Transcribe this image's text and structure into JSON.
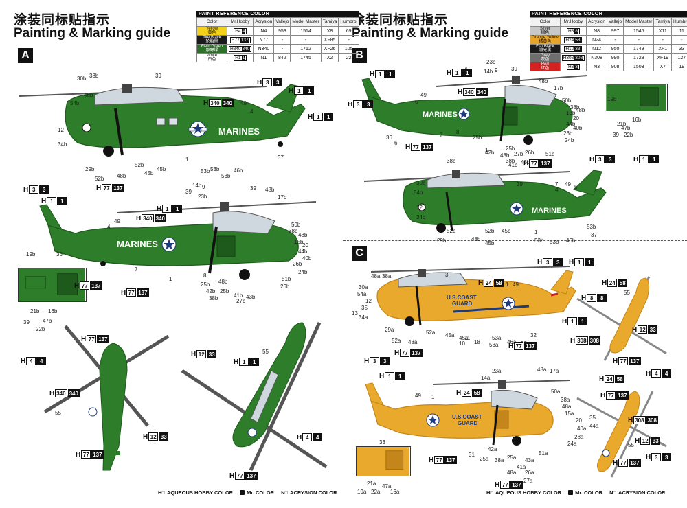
{
  "header": {
    "title_cn": "涂装同标贴指示",
    "title_en": "Painting & Marking guide"
  },
  "sections": {
    "a": "A",
    "b": "B",
    "c": "C"
  },
  "paint_table_left": {
    "caption": "PAINT REFERENCE COLOR",
    "columns": [
      "Color",
      "Mr.Hobby",
      "Acrysion",
      "Vallejo",
      "Model Master",
      "Tamiya",
      "Humbrol"
    ],
    "rows": [
      {
        "name_en": "Yellow",
        "name_cn": "黄色",
        "swatch": "#f3d11b",
        "text_color": "#111111",
        "h_code": "4",
        "m_code": "4",
        "n_code": "4",
        "vallejo": "953",
        "model_master": "1514",
        "tamiya": "X8",
        "humbrol": "69"
      },
      {
        "name_en": "Tire Black",
        "name_cn": "轮胎黑",
        "swatch": "#1b1b1b",
        "text_color": "#ffffff",
        "h_code": "77",
        "m_code": "137",
        "n_code": "77",
        "vallejo": "-",
        "model_master": "-",
        "tamiya": "XF85",
        "humbrol": "-"
      },
      {
        "name_en": "Field Green",
        "name_cn": "原野绿",
        "swatch": "#2e6f2a",
        "text_color": "#ffffff",
        "h_code": "340",
        "m_code": "340",
        "n_code": "340",
        "vallejo": "-",
        "model_master": "1712",
        "tamiya": "XF26",
        "humbrol": "105"
      },
      {
        "name_en": "White",
        "name_cn": "白色",
        "swatch": "#ffffff",
        "text_color": "#111111",
        "h_code": "1",
        "m_code": "1",
        "n_code": "1",
        "vallejo": "842",
        "model_master": "1745",
        "tamiya": "X2",
        "humbrol": "22"
      }
    ]
  },
  "paint_table_right": {
    "caption": "PAINT REFERENCE COLOR",
    "columns": [
      "Color",
      "Mr.Hobby",
      "Acrysion",
      "Vallejo",
      "Model Master",
      "Tamiya",
      "Humbrol"
    ],
    "rows": [
      {
        "name_en": "Silver",
        "name_cn": "银色",
        "swatch": "#c8c8c8",
        "text_color": "#111111",
        "h_code": "8",
        "m_code": "8",
        "n_code": "8",
        "vallejo": "997",
        "model_master": "1546",
        "tamiya": "X11",
        "humbrol": "11"
      },
      {
        "name_en": "Orange Yellow",
        "name_cn": "橘黄色",
        "swatch": "#e7a52a",
        "text_color": "#111111",
        "h_code": "24",
        "m_code": "58",
        "n_code": "24",
        "vallejo": "-",
        "model_master": "-",
        "tamiya": "-",
        "humbrol": "-"
      },
      {
        "name_en": "Flat Black",
        "name_cn": "消光黑",
        "swatch": "#1b1b1b",
        "text_color": "#ffffff",
        "h_code": "12",
        "m_code": "33",
        "n_code": "12",
        "vallejo": "950",
        "model_master": "1749",
        "tamiya": "XF1",
        "humbrol": "33"
      },
      {
        "name_en": "Gray",
        "name_cn": "灰色",
        "swatch": "#6e6e6e",
        "text_color": "#ffffff",
        "h_code": "308",
        "m_code": "308",
        "n_code": "308",
        "vallejo": "990",
        "model_master": "1728",
        "tamiya": "XF19",
        "humbrol": "127"
      },
      {
        "name_en": "Red",
        "name_cn": "红色",
        "swatch": "#d3221f",
        "text_color": "#ffffff",
        "h_code": "3",
        "m_code": "3",
        "n_code": "3",
        "vallejo": "908",
        "model_master": "1503",
        "tamiya": "X7",
        "humbrol": "19"
      }
    ]
  },
  "markings": {
    "marines": "MARINES",
    "coast_guard_line1": "U.S.COAST",
    "coast_guard_line2": "GUARD"
  },
  "colors": {
    "green": "#2e7d2a",
    "green_dark": "#1f5a1d",
    "orange": "#e9a92c",
    "orange_dark": "#c4861a",
    "black": "#111111",
    "red": "#d3221f",
    "navy": "#1f3a7a",
    "canopy": "#cfd8df"
  },
  "callouts_a": [
    {
      "t": "39"
    },
    {
      "t": "30b"
    },
    {
      "t": "38b"
    },
    {
      "t": "48b"
    },
    {
      "t": "54b"
    },
    {
      "t": "12"
    },
    {
      "t": "34b"
    },
    {
      "t": "29b"
    },
    {
      "t": "52b"
    },
    {
      "t": "48b"
    },
    {
      "t": "52b"
    },
    {
      "t": "45b"
    },
    {
      "t": "45b"
    },
    {
      "t": "1"
    },
    {
      "t": "7"
    },
    {
      "t": "49"
    },
    {
      "t": "4"
    },
    {
      "t": "37"
    },
    {
      "t": "53b"
    },
    {
      "t": "53b"
    },
    {
      "t": "53b"
    },
    {
      "t": "46b"
    },
    {
      "t": "39"
    },
    {
      "t": "14b"
    },
    {
      "t": "9"
    },
    {
      "t": "23b"
    },
    {
      "t": "39"
    },
    {
      "t": "48b"
    },
    {
      "t": "17b"
    },
    {
      "t": "4"
    },
    {
      "t": "49"
    },
    {
      "t": "36"
    },
    {
      "t": "50b"
    },
    {
      "t": "38b"
    },
    {
      "t": "48b"
    },
    {
      "t": "15b"
    },
    {
      "t": "20"
    },
    {
      "t": "44b"
    },
    {
      "t": "40b"
    },
    {
      "t": "26b"
    },
    {
      "t": "24b"
    },
    {
      "t": "51b"
    },
    {
      "t": "26b"
    },
    {
      "t": "7"
    },
    {
      "t": "1"
    },
    {
      "t": "8"
    },
    {
      "t": "25b"
    },
    {
      "t": "42b"
    },
    {
      "t": "38b"
    },
    {
      "t": "25b"
    },
    {
      "t": "48b"
    },
    {
      "t": "27b"
    },
    {
      "t": "41b"
    },
    {
      "t": "43b"
    },
    {
      "t": "19b"
    },
    {
      "t": "21b"
    },
    {
      "t": "16b"
    },
    {
      "t": "47b"
    },
    {
      "t": "39"
    },
    {
      "t": "22b"
    },
    {
      "t": "55"
    },
    {
      "t": "55"
    }
  ],
  "callouts_b": [
    {
      "t": "23b"
    },
    {
      "t": "14b"
    },
    {
      "t": "9"
    },
    {
      "t": "39"
    },
    {
      "t": "49"
    },
    {
      "t": "5"
    },
    {
      "t": "4"
    },
    {
      "t": "48b"
    },
    {
      "t": "17b"
    },
    {
      "t": "50b"
    },
    {
      "t": "38b"
    },
    {
      "t": "48b"
    },
    {
      "t": "15b"
    },
    {
      "t": "20"
    },
    {
      "t": "44b"
    },
    {
      "t": "40b"
    },
    {
      "t": "26b"
    },
    {
      "t": "24b"
    },
    {
      "t": "36"
    },
    {
      "t": "6"
    },
    {
      "t": "7"
    },
    {
      "t": "1"
    },
    {
      "t": "25b"
    },
    {
      "t": "42b"
    },
    {
      "t": "48b"
    },
    {
      "t": "25b"
    },
    {
      "t": "27b"
    },
    {
      "t": "38b"
    },
    {
      "t": "41b"
    },
    {
      "t": "43b"
    },
    {
      "t": "51b"
    },
    {
      "t": "26b"
    },
    {
      "t": "8"
    },
    {
      "t": "19b"
    },
    {
      "t": "21b"
    },
    {
      "t": "16b"
    },
    {
      "t": "47b"
    },
    {
      "t": "39"
    },
    {
      "t": "22b"
    },
    {
      "t": "38b"
    },
    {
      "t": "30b"
    },
    {
      "t": "54b"
    },
    {
      "t": "12"
    },
    {
      "t": "34b"
    },
    {
      "t": "39"
    },
    {
      "t": "7"
    },
    {
      "t": "49"
    },
    {
      "t": "5"
    },
    {
      "t": "4"
    },
    {
      "t": "29b"
    },
    {
      "t": "52b"
    },
    {
      "t": "52b"
    },
    {
      "t": "48b"
    },
    {
      "t": "45b"
    },
    {
      "t": "45b"
    },
    {
      "t": "1"
    },
    {
      "t": "53b"
    },
    {
      "t": "53b"
    },
    {
      "t": "46b"
    },
    {
      "t": "37"
    },
    {
      "t": "53b"
    }
  ],
  "callouts_c": [
    {
      "t": "48a"
    },
    {
      "t": "38a"
    },
    {
      "t": "3"
    },
    {
      "t": "30a"
    },
    {
      "t": "54a"
    },
    {
      "t": "12"
    },
    {
      "t": "35"
    },
    {
      "t": "13"
    },
    {
      "t": "34a"
    },
    {
      "t": "1"
    },
    {
      "t": "49"
    },
    {
      "t": "29a"
    },
    {
      "t": "52a"
    },
    {
      "t": "48a"
    },
    {
      "t": "52a"
    },
    {
      "t": "45a"
    },
    {
      "t": "45a"
    },
    {
      "t": "18"
    },
    {
      "t": "10"
    },
    {
      "t": "11"
    },
    {
      "t": "53a"
    },
    {
      "t": "53a"
    },
    {
      "t": "46a"
    },
    {
      "t": "53a"
    },
    {
      "t": "32"
    },
    {
      "t": "14a"
    },
    {
      "t": "23a"
    },
    {
      "t": "2"
    },
    {
      "t": "48a"
    },
    {
      "t": "17a"
    },
    {
      "t": "50a"
    },
    {
      "t": "38a"
    },
    {
      "t": "48a"
    },
    {
      "t": "15a"
    },
    {
      "t": "20"
    },
    {
      "t": "40a"
    },
    {
      "t": "28a"
    },
    {
      "t": "24a"
    },
    {
      "t": "35"
    },
    {
      "t": "44a"
    },
    {
      "t": "49"
    },
    {
      "t": "1"
    },
    {
      "t": "33"
    },
    {
      "t": "31"
    },
    {
      "t": "42a"
    },
    {
      "t": "25a"
    },
    {
      "t": "38a"
    },
    {
      "t": "25a"
    },
    {
      "t": "43a"
    },
    {
      "t": "48a"
    },
    {
      "t": "41a"
    },
    {
      "t": "26a"
    },
    {
      "t": "27a"
    },
    {
      "t": "51a"
    },
    {
      "t": "21a"
    },
    {
      "t": "47a"
    },
    {
      "t": "19a"
    },
    {
      "t": "22a"
    },
    {
      "t": "16a"
    },
    {
      "t": "55"
    },
    {
      "t": "55"
    }
  ],
  "badges": [
    {
      "c": "3",
      "dark": true
    },
    {
      "c": "1",
      "dark": true
    },
    {
      "c": "340",
      "dark": true
    },
    {
      "c": "1",
      "dark": true
    },
    {
      "c": "77",
      "dark": false,
      "m": "137"
    },
    {
      "c": "3",
      "dark": true
    },
    {
      "c": "1",
      "dark": true
    },
    {
      "c": "340",
      "dark": true
    },
    {
      "c": "1",
      "dark": true
    },
    {
      "c": "77",
      "dark": false,
      "m": "137"
    },
    {
      "c": "77",
      "dark": false,
      "m": "137"
    },
    {
      "c": "4",
      "dark": true
    },
    {
      "c": "77",
      "dark": false,
      "m": "137"
    },
    {
      "c": "340",
      "dark": true
    },
    {
      "c": "12",
      "dark": false,
      "m": "33"
    },
    {
      "c": "77",
      "dark": false,
      "m": "137"
    },
    {
      "c": "12",
      "dark": false,
      "m": "33"
    },
    {
      "c": "1",
      "dark": true
    },
    {
      "c": "4",
      "dark": true
    },
    {
      "c": "77",
      "dark": false,
      "m": "137"
    },
    {
      "c": "1",
      "dark": true
    },
    {
      "c": "3",
      "dark": true
    },
    {
      "c": "340",
      "dark": true
    },
    {
      "c": "1",
      "dark": true
    },
    {
      "c": "77",
      "dark": false,
      "m": "137"
    },
    {
      "c": "77",
      "dark": false,
      "m": "137"
    },
    {
      "c": "3",
      "dark": true
    },
    {
      "c": "1",
      "dark": true
    },
    {
      "c": "3",
      "dark": true
    },
    {
      "c": "1",
      "dark": true
    },
    {
      "c": "24",
      "dark": false,
      "m": "58"
    },
    {
      "c": "24",
      "dark": false,
      "m": "58"
    },
    {
      "c": "8",
      "dark": true
    },
    {
      "c": "1",
      "dark": true
    },
    {
      "c": "308",
      "dark": true
    },
    {
      "c": "12",
      "dark": false,
      "m": "33"
    },
    {
      "c": "77",
      "dark": false,
      "m": "137"
    },
    {
      "c": "77",
      "dark": false,
      "m": "137"
    },
    {
      "c": "77",
      "dark": false,
      "m": "137"
    },
    {
      "c": "3",
      "dark": true
    },
    {
      "c": "1",
      "dark": true
    },
    {
      "c": "24",
      "dark": false,
      "m": "58"
    },
    {
      "c": "24",
      "dark": false,
      "m": "58"
    },
    {
      "c": "4",
      "dark": true
    },
    {
      "c": "77",
      "dark": false,
      "m": "137"
    },
    {
      "c": "308",
      "dark": true
    },
    {
      "c": "12",
      "dark": false,
      "m": "33"
    },
    {
      "c": "77",
      "dark": false,
      "m": "137"
    },
    {
      "c": "77",
      "dark": false,
      "m": "137"
    },
    {
      "c": "77",
      "dark": false,
      "m": "137"
    },
    {
      "c": "3",
      "dark": true
    }
  ],
  "legend": {
    "h_label": "AQUEOUS HOBBY COLOR",
    "m_label": "Mr. COLOR",
    "n_label": "ACRYSION COLOR"
  }
}
